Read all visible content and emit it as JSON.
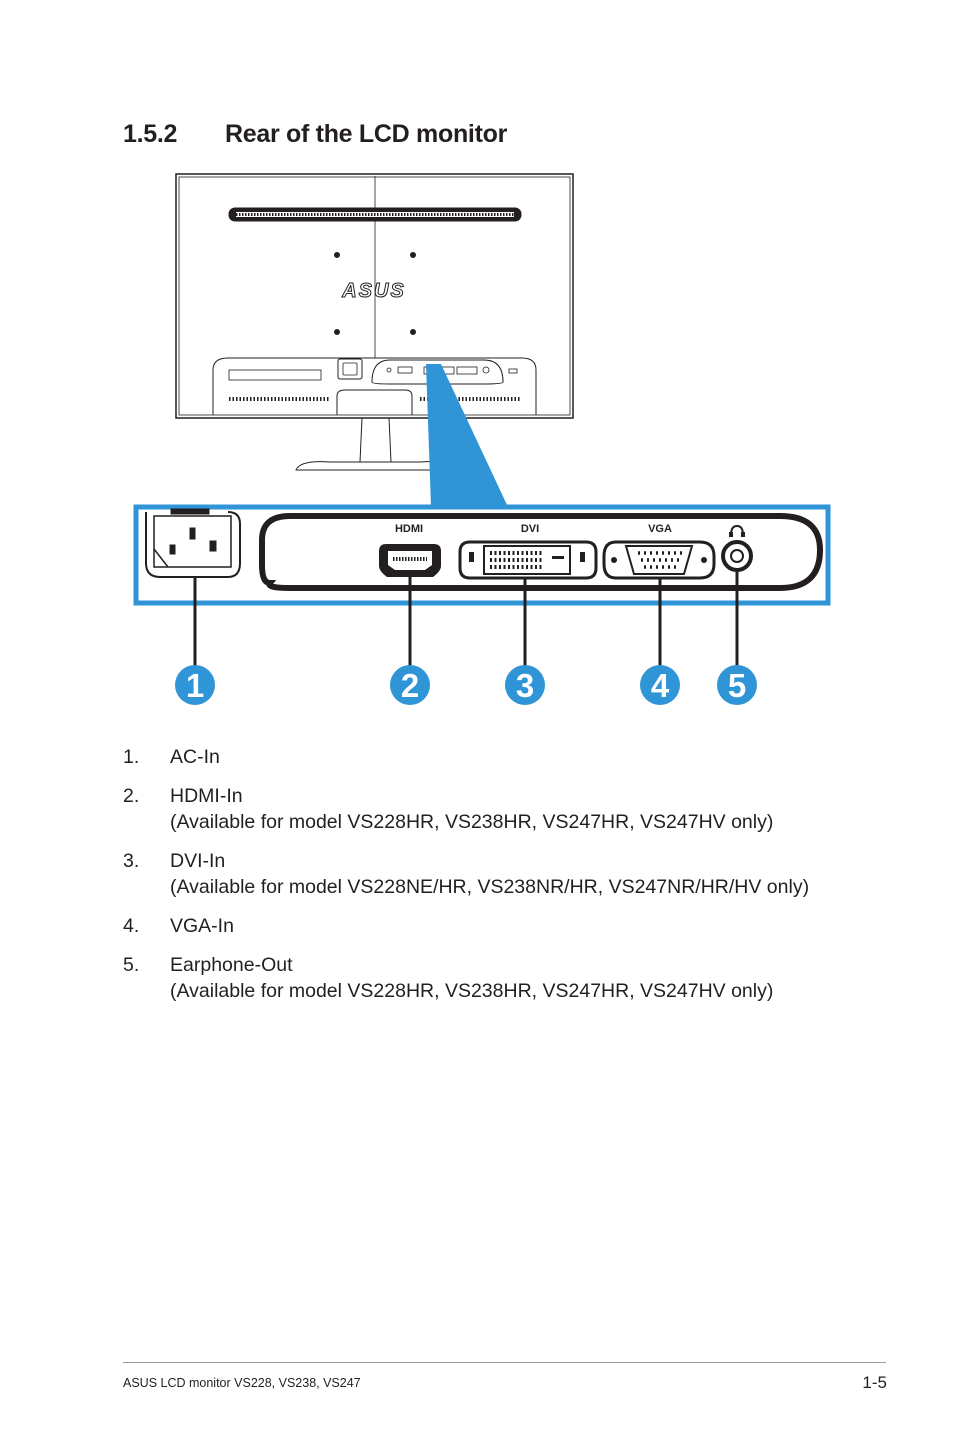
{
  "section": {
    "number": "1.5.2",
    "title": "Rear of the LCD monitor"
  },
  "diagram": {
    "brand_logo": "ASUS",
    "port_labels": {
      "hdmi": "HDMI",
      "dvi": "DVI",
      "vga": "VGA"
    },
    "callouts": [
      "1",
      "2",
      "3",
      "4",
      "5"
    ],
    "accent_color": "#2f95d6"
  },
  "items": [
    {
      "number": "1.",
      "title": "AC-In",
      "note": ""
    },
    {
      "number": "2.",
      "title": "HDMI-In",
      "note": "(Available for model VS228HR, VS238HR, VS247HR, VS247HV only)"
    },
    {
      "number": "3.",
      "title": "DVI-In",
      "note": "(Available for model VS228NE/HR, VS238NR/HR, VS247NR/HR/HV only)"
    },
    {
      "number": "4.",
      "title": "VGA-In",
      "note": ""
    },
    {
      "number": "5.",
      "title": "Earphone-Out",
      "note": "(Available for model VS228HR, VS238HR, VS247HR, VS247HV only)"
    }
  ],
  "footer": {
    "left": "ASUS LCD monitor VS228, VS238, VS247",
    "page": "1-5"
  }
}
